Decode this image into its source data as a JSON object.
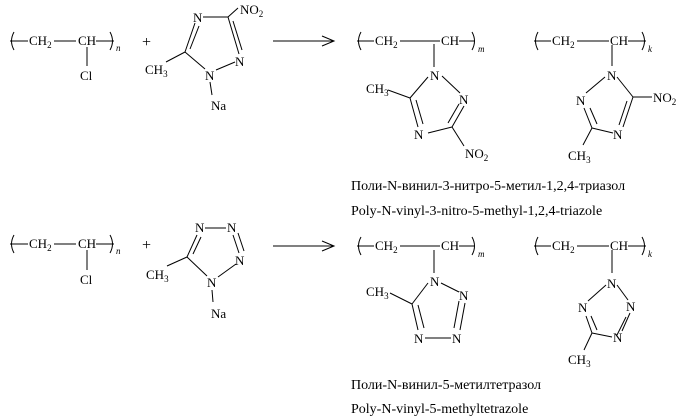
{
  "reaction1": {
    "reactant_polymer": {
      "unit_left": "CH",
      "unit_left_sub": "2",
      "unit_right": "CH",
      "index": "n",
      "substituent": "Cl"
    },
    "plus": "+",
    "reagent": {
      "substituent_top": "NO",
      "substituent_top_sub": "2",
      "ring_n_top": "N",
      "ring_n_right": "N",
      "ring_n_bottom": "N",
      "methyl": "CH",
      "methyl_sub": "3",
      "counterion": "Na"
    },
    "product_a": {
      "unit_left": "CH",
      "unit_left_sub": "2",
      "unit_right": "CH",
      "index": "m",
      "ring_n_top": "N",
      "ring_n_right": "N",
      "ring_n_bottom": "N",
      "methyl": "CH",
      "methyl_sub": "3",
      "nitro": "NO",
      "nitro_sub": "2"
    },
    "product_b": {
      "unit_left": "CH",
      "unit_left_sub": "2",
      "unit_right": "CH",
      "index": "k",
      "ring_n_top": "N",
      "ring_n_left": "N",
      "ring_n_bottom": "N",
      "nitro": "NO",
      "nitro_sub": "2",
      "methyl": "CH",
      "methyl_sub": "3"
    },
    "caption_ru": "Поли-N-винил-3-нитро-5-метил-1,2,4-триазол",
    "caption_en": "Poly-N-vinyl-3-nitro-5-methyl-1,2,4-triazole"
  },
  "reaction2": {
    "reactant_polymer": {
      "unit_left": "CH",
      "unit_left_sub": "2",
      "unit_right": "CH",
      "index": "n",
      "substituent": "Cl"
    },
    "plus": "+",
    "reagent": {
      "ring_n_1": "N",
      "ring_n_2": "N",
      "ring_n_3": "N",
      "ring_n_4": "N",
      "methyl": "CH",
      "methyl_sub": "3",
      "counterion": "Na"
    },
    "product_a": {
      "unit_left": "CH",
      "unit_left_sub": "2",
      "unit_right": "CH",
      "index": "m",
      "ring_n_1": "N",
      "ring_n_2": "N",
      "ring_n_3": "N",
      "ring_n_4": "N",
      "methyl": "CH",
      "methyl_sub": "3"
    },
    "product_b": {
      "unit_left": "CH",
      "unit_left_sub": "2",
      "unit_right": "CH",
      "index": "k",
      "ring_n_1": "N",
      "ring_n_2": "N",
      "ring_n_3": "N",
      "ring_n_4": "N",
      "methyl": "CH",
      "methyl_sub": "3"
    },
    "caption_ru": "Поли-N-винил-5-метилтетразол",
    "caption_en": "Poly-N-vinyl-5-methyltetrazole"
  }
}
